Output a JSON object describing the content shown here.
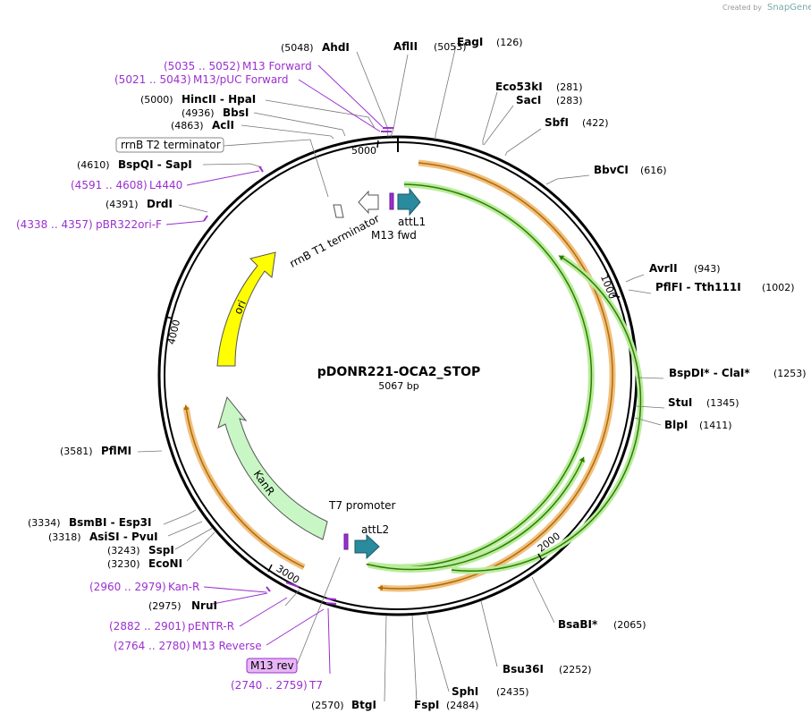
{
  "watermark": {
    "prefix": "Created by",
    "brand": "SnapGene"
  },
  "plasmid": {
    "name": "pDONR221-OCA2_STOP",
    "length": "5067 bp"
  },
  "ticks": [
    "1000",
    "2000",
    "3000",
    "4000",
    "5000"
  ],
  "sites": [
    {
      "name": "AhdI",
      "pos": "(5048)"
    },
    {
      "name": "AflII",
      "pos": "(5053)"
    },
    {
      "name": "EagI",
      "pos": "(126)"
    },
    {
      "name": "Eco53kI",
      "pos": "(281)"
    },
    {
      "name": "SacI",
      "pos": "(283)"
    },
    {
      "name": "SbfI",
      "pos": "(422)"
    },
    {
      "name": "BbvCI",
      "pos": "(616)"
    },
    {
      "name": "AvrII",
      "pos": "(943)"
    },
    {
      "name": "PflFI - Tth111I",
      "pos": "(1002)"
    },
    {
      "name": "BspDI* - ClaI*",
      "pos": "(1253)"
    },
    {
      "name": "StuI",
      "pos": "(1345)"
    },
    {
      "name": "BlpI",
      "pos": "(1411)"
    },
    {
      "name": "BsaBI*",
      "pos": "(2065)"
    },
    {
      "name": "Bsu36I",
      "pos": "(2252)"
    },
    {
      "name": "SphI",
      "pos": "(2435)"
    },
    {
      "name": "FspI",
      "pos": "(2484)"
    },
    {
      "name": "BtgI",
      "pos": "(2570)"
    },
    {
      "name": "NruI",
      "pos": "(2975)"
    },
    {
      "name": "EcoNI",
      "pos": "(3230)"
    },
    {
      "name": "SspI",
      "pos": "(3243)"
    },
    {
      "name": "AsiSI - PvuI",
      "pos": "(3318)"
    },
    {
      "name": "BsmBI - Esp3I",
      "pos": "(3334)"
    },
    {
      "name": "PflMI",
      "pos": "(3581)"
    },
    {
      "name": "DrdI",
      "pos": "(4391)"
    },
    {
      "name": "BspQI - SapI",
      "pos": "(4610)"
    },
    {
      "name": "AclI",
      "pos": "(4863)"
    },
    {
      "name": "BbsI",
      "pos": "(4936)"
    },
    {
      "name": "HincII - HpaI",
      "pos": "(5000)"
    }
  ],
  "primers": [
    {
      "name": "M13 Forward",
      "pos": "(5035 .. 5052)"
    },
    {
      "name": "M13/pUC Forward",
      "pos": "(5021 .. 5043)"
    },
    {
      "name": "L4440",
      "pos": "(4591 .. 4608)"
    },
    {
      "name": "pBR322ori-F",
      "pos": "(4338 .. 4357)"
    },
    {
      "name": "Kan-R",
      "pos": "(2960 .. 2979)"
    },
    {
      "name": "pENTR-R",
      "pos": "(2882 .. 2901)"
    },
    {
      "name": "M13 Reverse",
      "pos": "(2764 .. 2780)"
    },
    {
      "name": "T7",
      "pos": "(2740 .. 2759)"
    }
  ],
  "boxed_labels": {
    "rrnb_t2": "rrnB T2 terminator",
    "m13_rev": "M13 rev"
  },
  "features": {
    "rrnb_t1": "rrnB T1 terminator",
    "m13_fwd": "M13 fwd",
    "attl1": "attL1",
    "t7_promoter": "T7 promoter",
    "attl2": "attL2",
    "ori": "ori",
    "kanr": "KanR"
  },
  "colors": {
    "ori": "#ffff00",
    "kanr": "#c8f7c5",
    "att": "#2a8a9e",
    "orange": "#f0b060",
    "green": "#2e8b00",
    "primer": "#9b30d0",
    "backbone": "#000000"
  }
}
